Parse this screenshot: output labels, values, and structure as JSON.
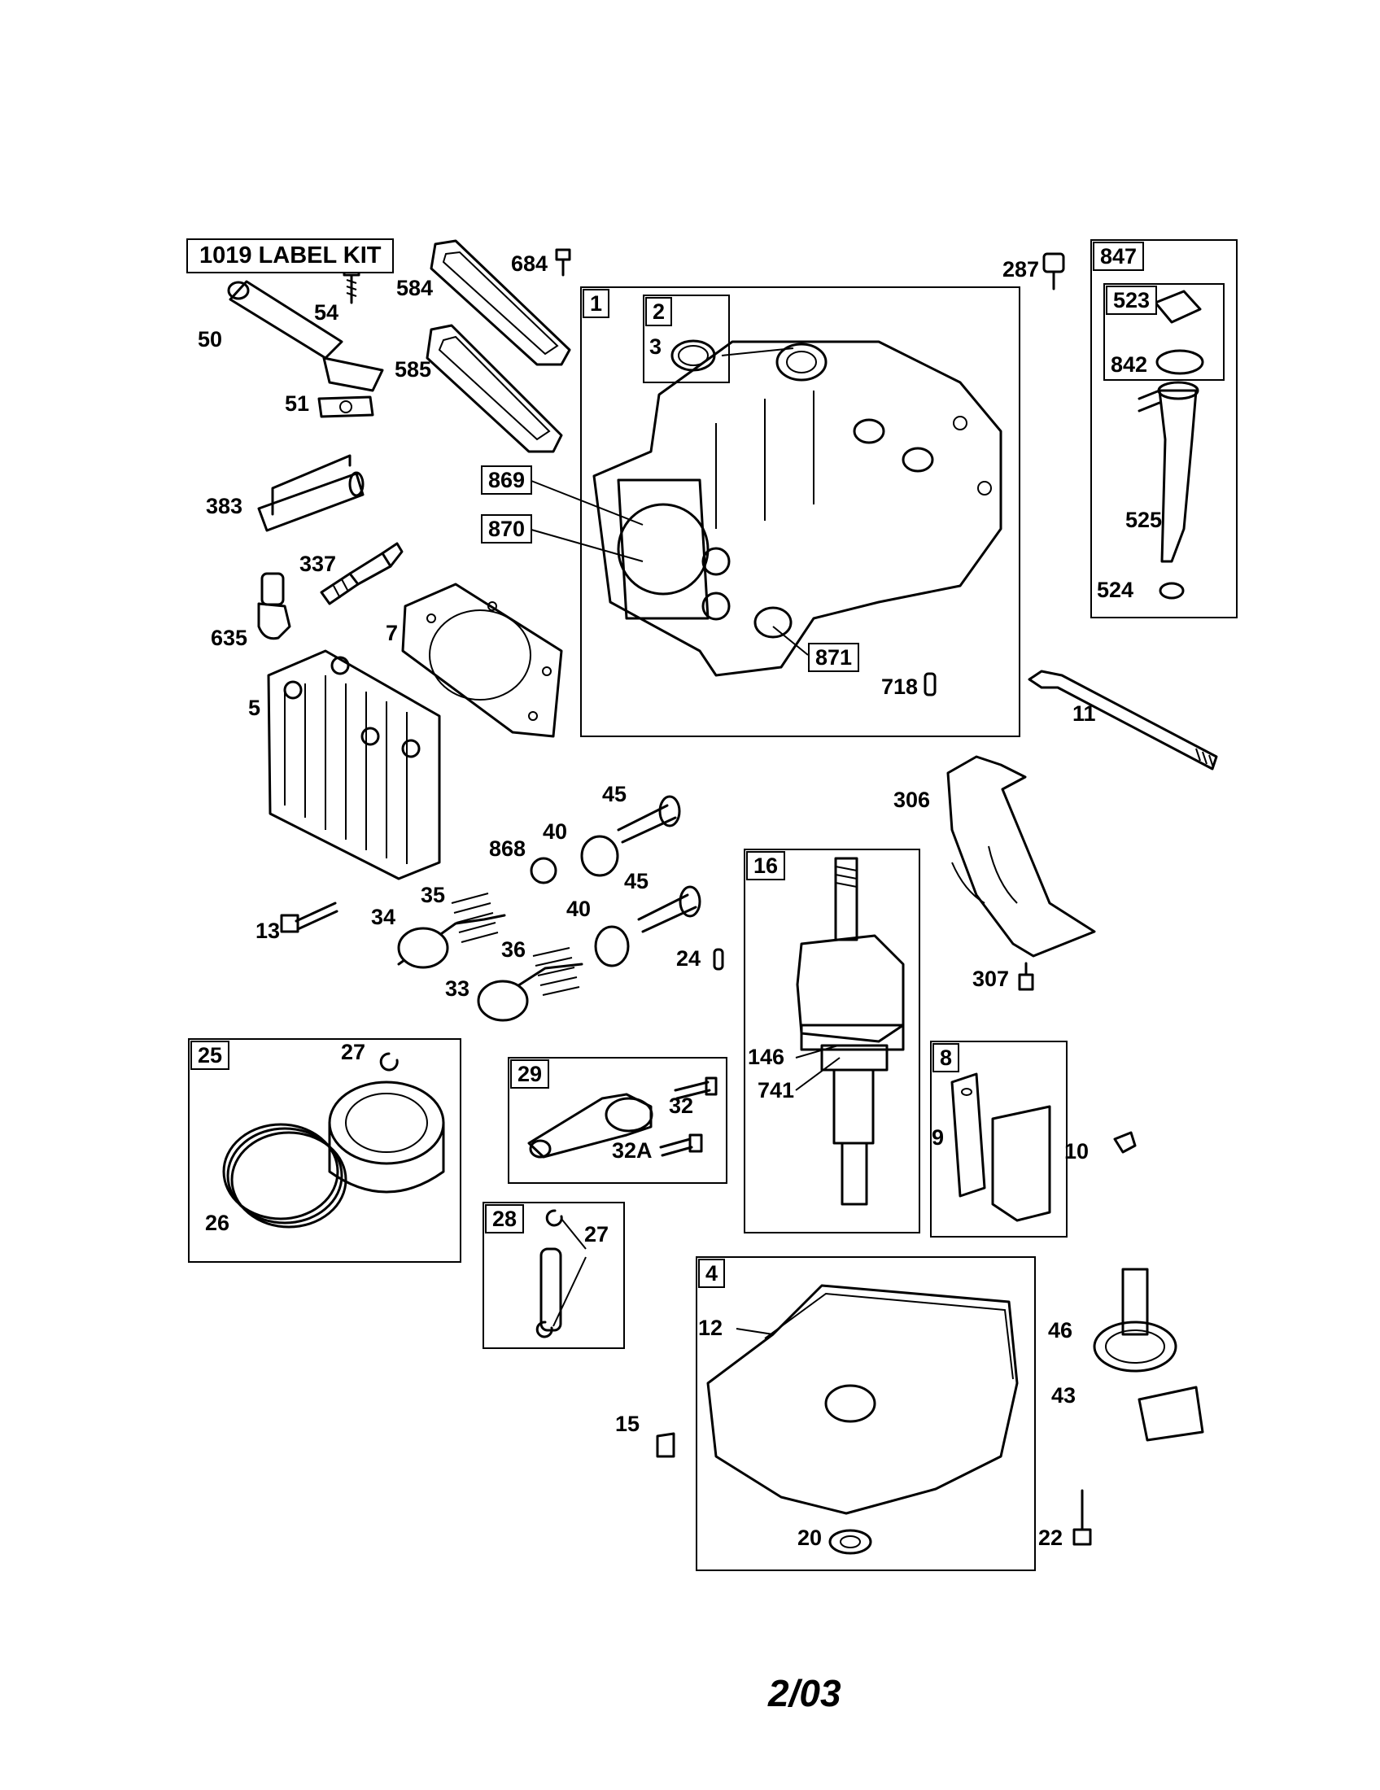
{
  "label_kit": "1019 LABEL KIT",
  "revision": "2/03",
  "callouts": {
    "c1": "1",
    "c2": "2",
    "c3": "3",
    "c4": "4",
    "c5": "5",
    "c7": "7",
    "c8": "8",
    "c9": "9",
    "c10": "10",
    "c11": "11",
    "c12": "12",
    "c13": "13",
    "c15": "15",
    "c16": "16",
    "c20": "20",
    "c22": "22",
    "c24": "24",
    "c25": "25",
    "c26": "26",
    "c27a": "27",
    "c27b": "27",
    "c28": "28",
    "c29": "29",
    "c32": "32",
    "c32a": "32A",
    "c33": "33",
    "c34": "34",
    "c35": "35",
    "c36": "36",
    "c40a": "40",
    "c40b": "40",
    "c43": "43",
    "c45a": "45",
    "c45b": "45",
    "c46": "46",
    "c50": "50",
    "c51": "51",
    "c54": "54",
    "c146": "146",
    "c287": "287",
    "c306": "306",
    "c307": "307",
    "c337": "337",
    "c383": "383",
    "c523": "523",
    "c524": "524",
    "c525": "525",
    "c584": "584",
    "c585": "585",
    "c635": "635",
    "c684": "684",
    "c718": "718",
    "c741": "741",
    "c842": "842",
    "c847": "847",
    "c868": "868",
    "c869": "869",
    "c870": "870",
    "c871": "871"
  }
}
